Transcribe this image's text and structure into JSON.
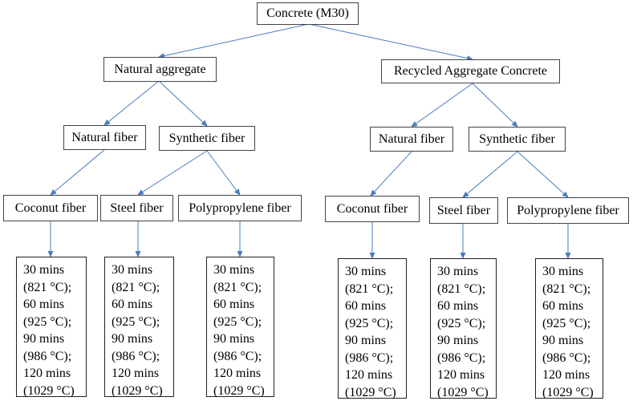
{
  "root": "Concrete (M30)",
  "branches": [
    {
      "label": "Natural aggregate",
      "fiber_groups": [
        {
          "label": "Natural fiber",
          "fibers": [
            "Coconut fiber"
          ]
        },
        {
          "label": "Synthetic fiber",
          "fibers": [
            "Steel fiber",
            "Polypropylene fiber"
          ]
        }
      ]
    },
    {
      "label": "Recycled Aggregate Concrete",
      "fiber_groups": [
        {
          "label": "Natural fiber",
          "fibers": [
            "Coconut fiber"
          ]
        },
        {
          "label": "Synthetic fiber",
          "fibers": [
            "Steel fiber",
            "Polypropylene fiber"
          ]
        }
      ]
    }
  ],
  "exposure_conditions": [
    "30 mins",
    "(821 °C);",
    "60 mins",
    "(925 °C);",
    "90 mins",
    "(986 °C);",
    "120 mins",
    "(1029 °C)"
  ],
  "colors": {
    "arrow": "#4a7bbd",
    "border": "#333333"
  }
}
